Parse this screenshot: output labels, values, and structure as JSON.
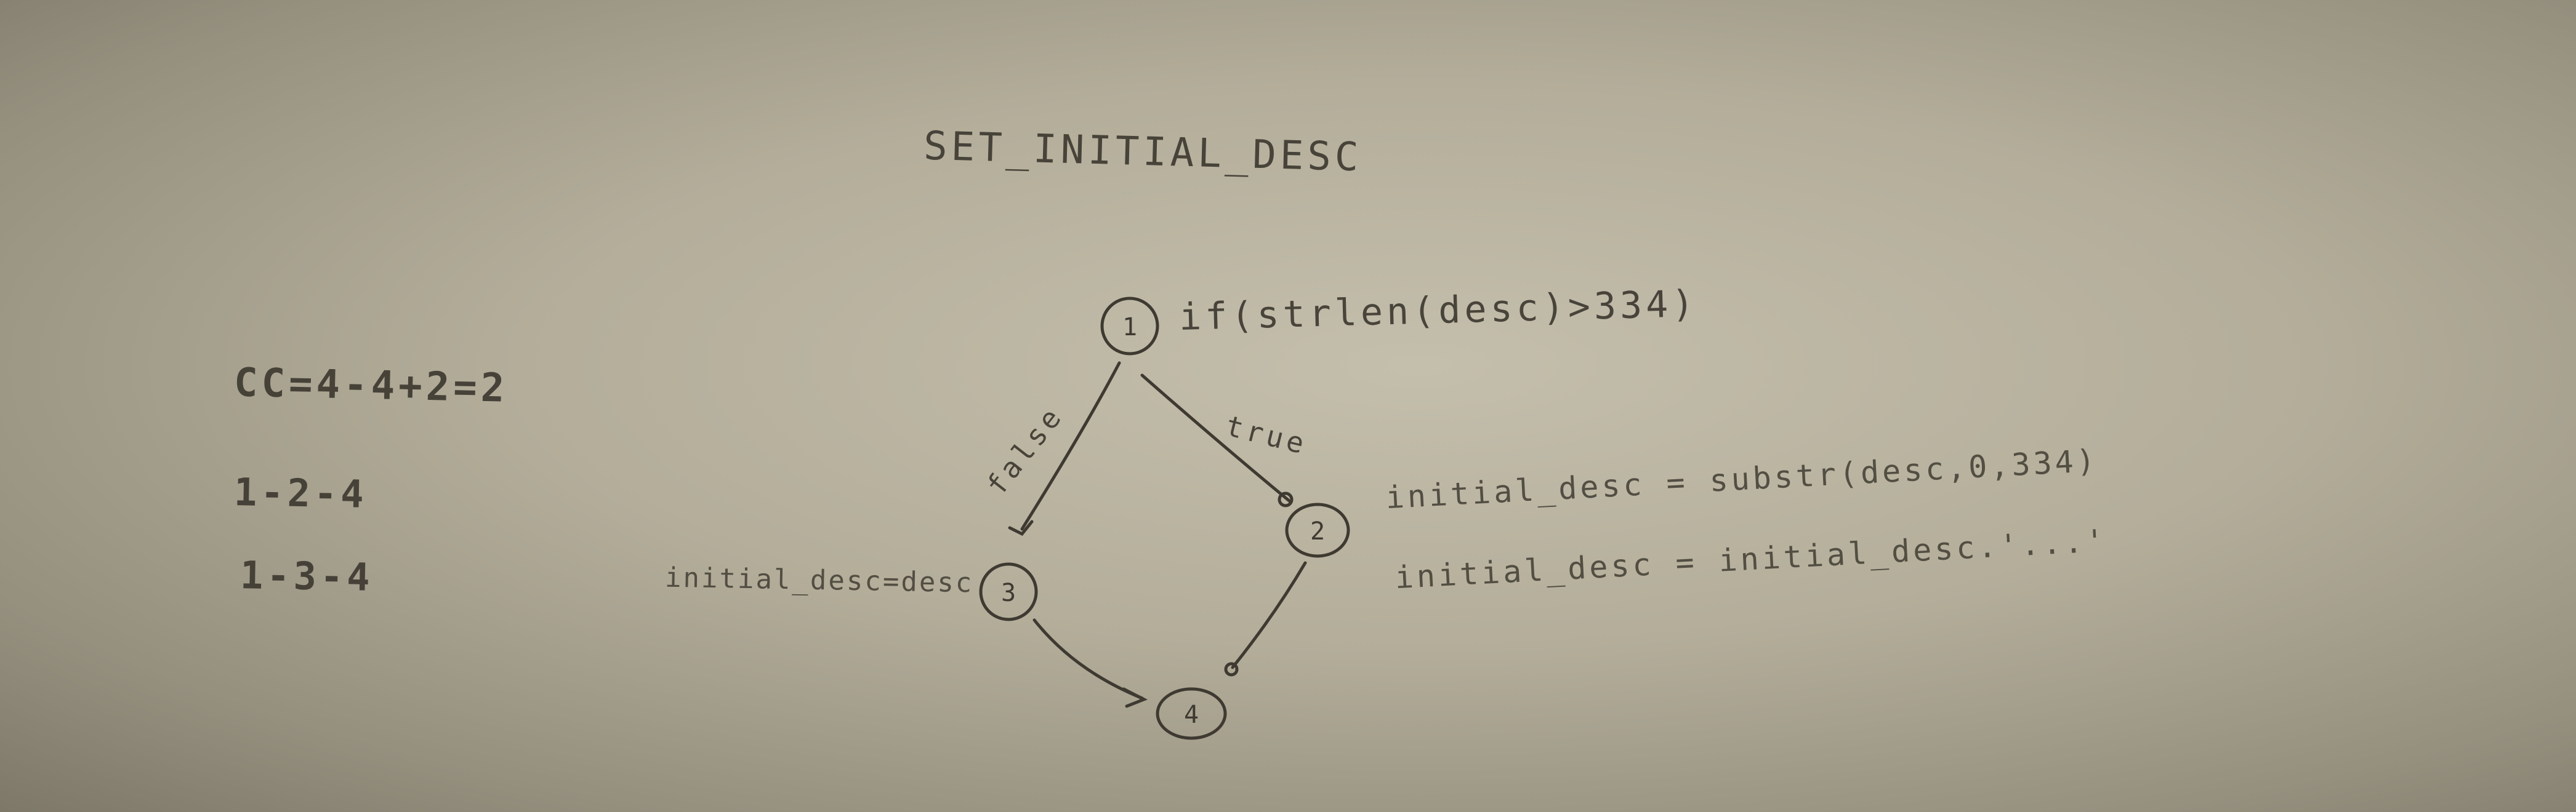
{
  "title": "SET_INITIAL_DESC",
  "cyclomatic": "CC=4-4+2=2",
  "paths": [
    "1-2-4",
    "1-3-4"
  ],
  "nodes": [
    {
      "id": "1",
      "label": "if(strlen(desc)>334)"
    },
    {
      "id": "2",
      "label": "initial_desc = substr(desc,0,334)",
      "label2": "initial_desc = initial_desc.'...'"
    },
    {
      "id": "3",
      "label": "initial_desc=desc"
    },
    {
      "id": "4",
      "label": ""
    }
  ],
  "edges": [
    {
      "from": "1",
      "to": "2",
      "label": "true"
    },
    {
      "from": "1",
      "to": "3",
      "label": "false"
    },
    {
      "from": "2",
      "to": "4",
      "label": ""
    },
    {
      "from": "3",
      "to": "4",
      "label": ""
    }
  ],
  "colors": {
    "ink": "#3e3a31",
    "paper": "#bdb7a5"
  }
}
